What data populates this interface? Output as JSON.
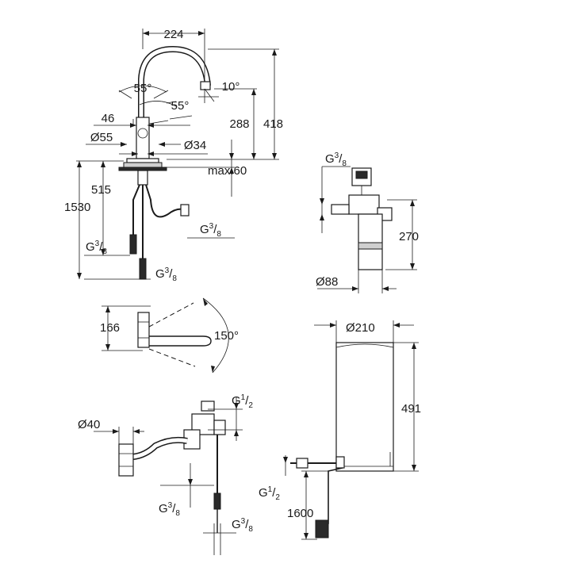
{
  "faucet": {
    "dim_spout_reach": "224",
    "dim_angle_left": "55°",
    "dim_angle_tilt": "10°",
    "dim_angle_right": "55°",
    "dim_body_width": "46",
    "dim_base_dia": "Ø55",
    "dim_hole_dia": "Ø34",
    "dim_height_total": "418",
    "dim_height_outlet": "288",
    "dim_max_counter": "max.60",
    "dim_hose_515": "515",
    "dim_hose_1530": "1530",
    "thread_g38_a": {
      "base": "G",
      "num": "3",
      "den": "8"
    },
    "thread_g38_b": {
      "base": "G",
      "num": "3",
      "den": "8"
    },
    "thread_g38_c": {
      "base": "G",
      "num": "3",
      "den": "8"
    }
  },
  "top_view": {
    "dim_166": "166",
    "dim_rotation": "150°"
  },
  "filter": {
    "thread_g38": {
      "base": "G",
      "num": "3",
      "den": "8"
    },
    "dim_height": "270",
    "dim_dia": "Ø88"
  },
  "valve": {
    "thread_g12": {
      "base": "G",
      "num": "1",
      "den": "2"
    },
    "dim_dia": "Ø40",
    "thread_g38_a": {
      "base": "G",
      "num": "3",
      "den": "8"
    },
    "thread_g38_b": {
      "base": "G",
      "num": "3",
      "den": "8"
    }
  },
  "boiler": {
    "dim_dia": "Ø210",
    "dim_height": "491",
    "thread_g12": {
      "base": "G",
      "num": "1",
      "den": "2"
    },
    "dim_cable": "1600"
  }
}
